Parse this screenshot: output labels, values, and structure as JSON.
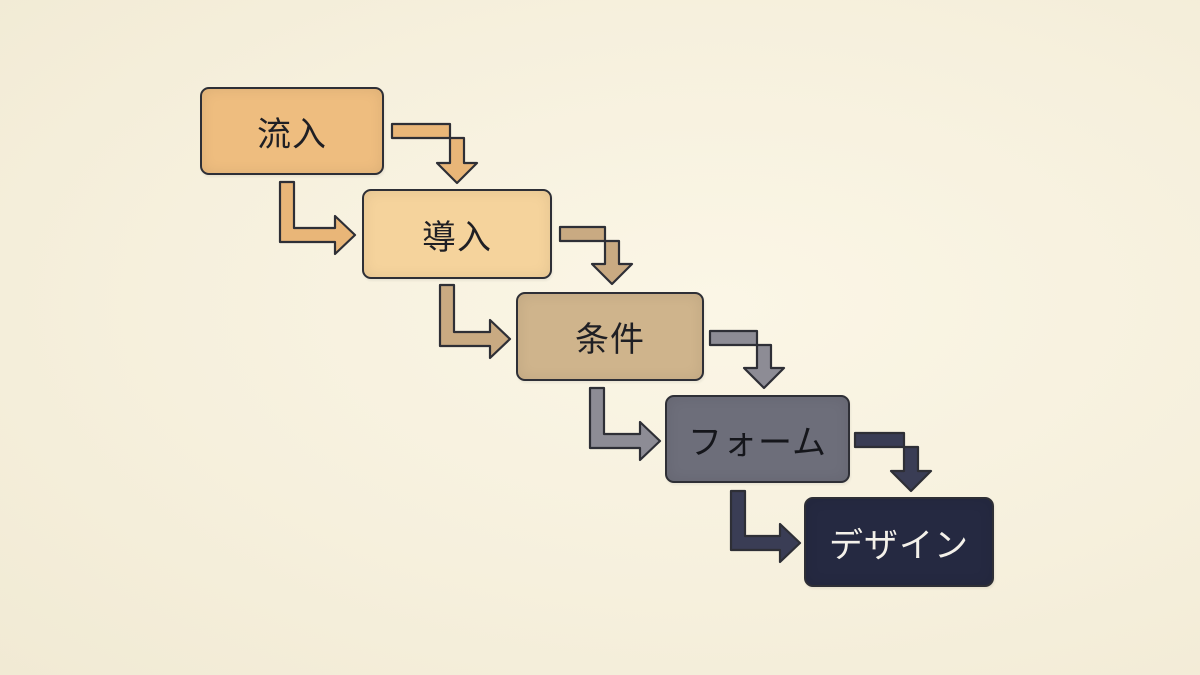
{
  "steps": [
    {
      "label": "流入",
      "fill": "#eebd7f"
    },
    {
      "label": "導入",
      "fill": "#f5d39c"
    },
    {
      "label": "条件",
      "fill": "#cfb48c"
    },
    {
      "label": "フォーム",
      "fill": "#6d6e7a"
    },
    {
      "label": "デザイン",
      "fill": "#252941"
    }
  ],
  "colors": {
    "background": "#f6f0dd",
    "outline": "#2e2f36",
    "arrow_1": "#e9b678",
    "arrow_2": "#c9aa82",
    "arrow_3": "#8d8c95",
    "arrow_4": "#3a3d55"
  }
}
